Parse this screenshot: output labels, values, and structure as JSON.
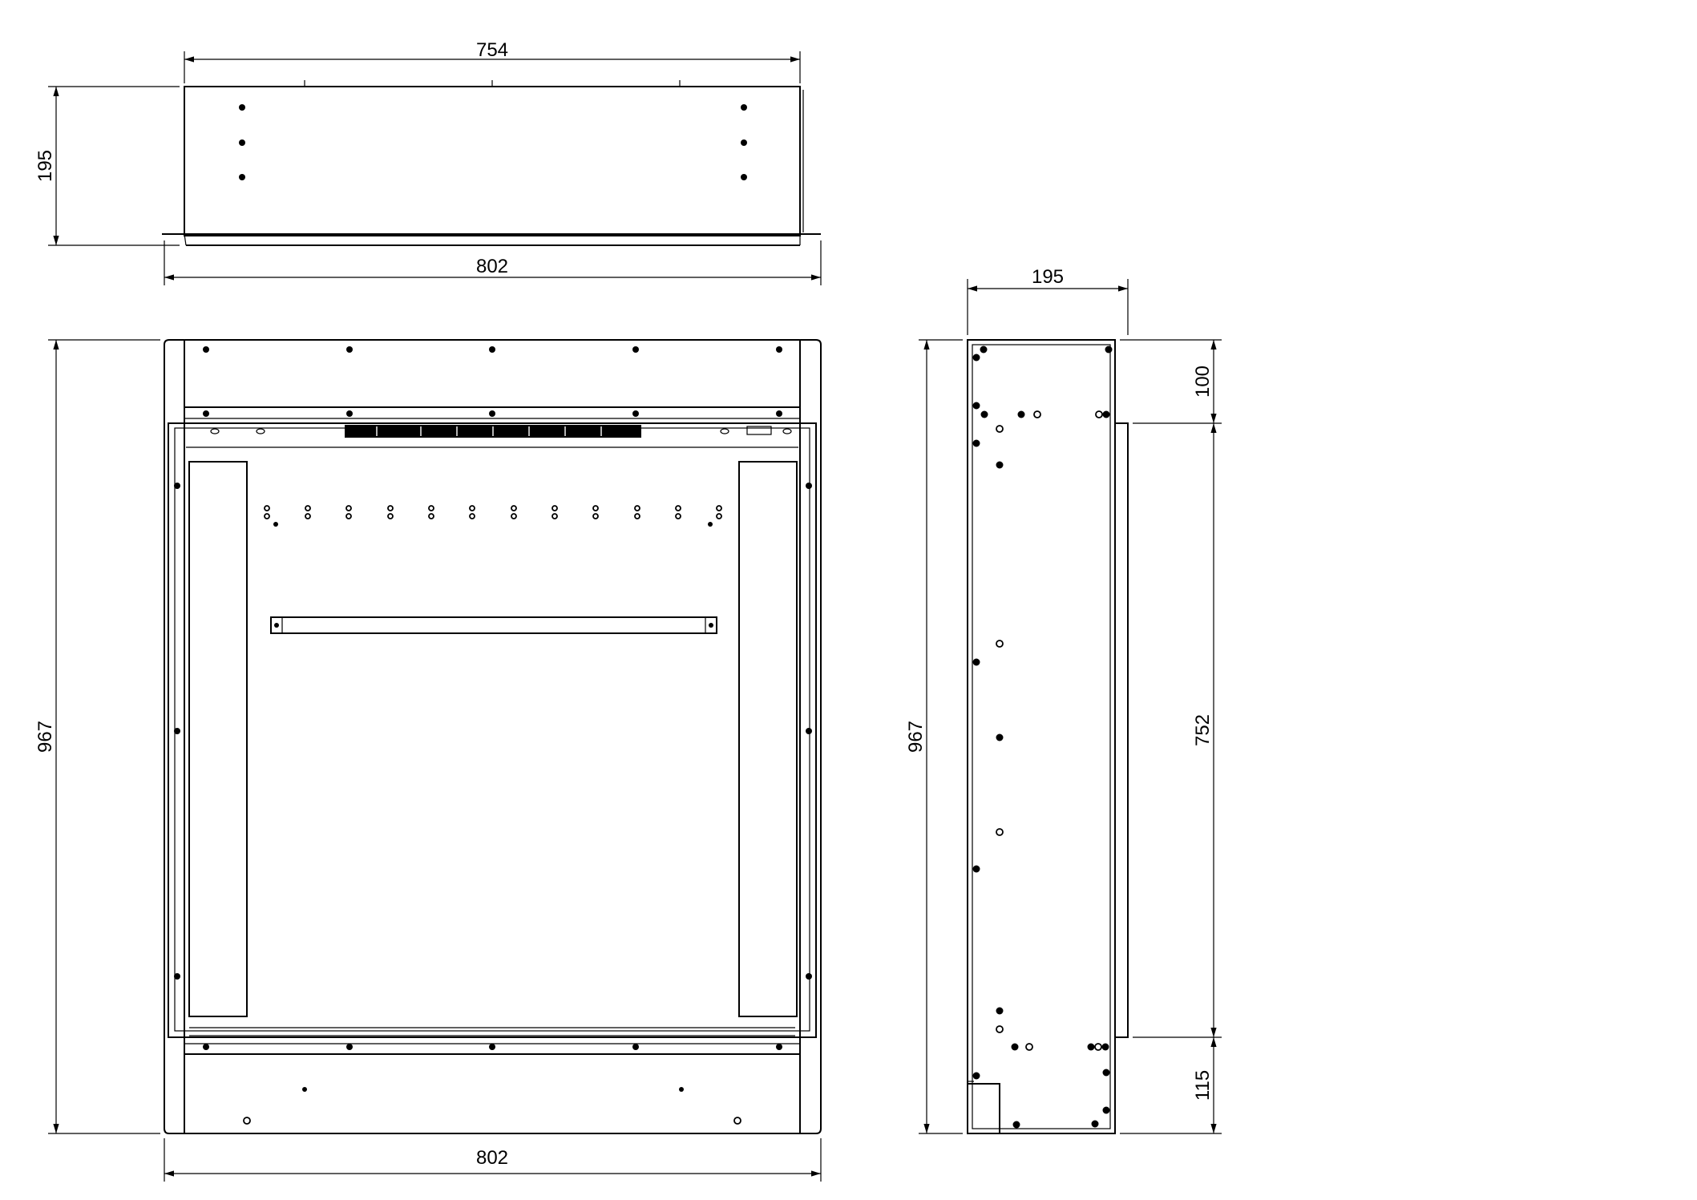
{
  "top_view": {
    "width_inner": "754",
    "height": "195",
    "width_outer": "802"
  },
  "front_view": {
    "height": "967",
    "width": "802"
  },
  "side_view": {
    "depth": "195",
    "height": "967",
    "top_offset": "100",
    "opening_height": "752",
    "bottom_offset": "115"
  }
}
